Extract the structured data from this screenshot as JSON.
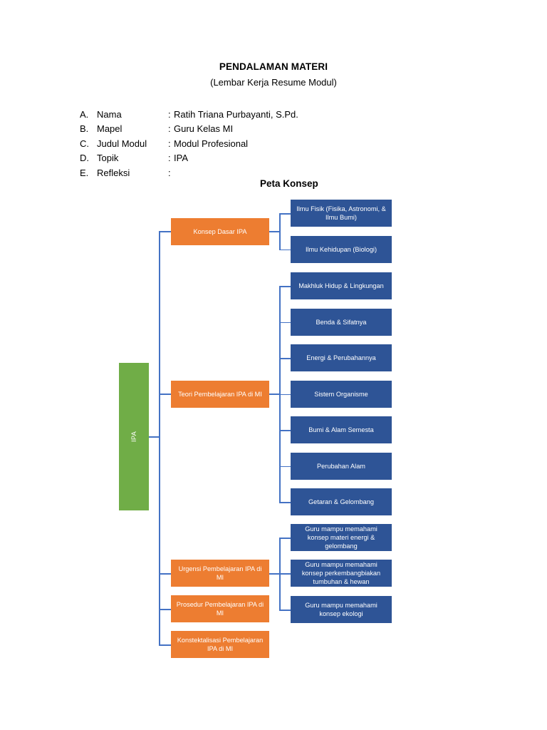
{
  "document": {
    "title": "PENDALAMAN MATERI",
    "subtitle": "(Lembar Kerja Resume Modul)"
  },
  "info": {
    "rows": [
      {
        "letter": "A.",
        "label": "Nama",
        "colon": ":",
        "value": "Ratih Triana Purbayanti, S.Pd."
      },
      {
        "letter": "B.",
        "label": "Mapel",
        "colon": ":",
        "value": "Guru Kelas MI"
      },
      {
        "letter": "C.",
        "label": "Judul Modul",
        "colon": ":",
        "value": "Modul Profesional"
      },
      {
        "letter": "D.",
        "label": "Topik",
        "colon": ":",
        "value": "IPA"
      },
      {
        "letter": "E.",
        "label": "Refleksi",
        "colon": ":",
        "value": ""
      }
    ]
  },
  "concept_map": {
    "heading": "Peta Konsep",
    "colors": {
      "root": "#70AD47",
      "branch": "#ED7D31",
      "leaf": "#2E5496",
      "connector": "#4472C4"
    },
    "root": {
      "label": "IPA"
    },
    "branches": [
      {
        "label": "Konsep Dasar IPA"
      },
      {
        "label": "Teori Pembelajaran IPA di MI"
      },
      {
        "label": "Urgensi Pembelajaran IPA di MI"
      },
      {
        "label": "Prosedur Pembelajaran IPA di MI"
      },
      {
        "label": "Konstektalisasi Pembelajaran IPA di MI"
      }
    ],
    "leaves_konsep_dasar": [
      {
        "label": "Ilmu Fisik (Fisika, Astronomi, & Ilmu Bumi)"
      },
      {
        "label": "Ilmu Kehidupan (Biologi)"
      }
    ],
    "leaves_teori": [
      {
        "label": "Makhluk Hidup & Lingkungan"
      },
      {
        "label": "Benda & Sifatnya"
      },
      {
        "label": "Energi & Perubahannya"
      },
      {
        "label": "Sistem Organisme"
      },
      {
        "label": "Bumi & Alam Semesta"
      },
      {
        "label": "Perubahan Alam"
      },
      {
        "label": "Getaran & Gelombang"
      }
    ],
    "leaves_urgensi": [
      {
        "label": "Guru mampu memahami konsep materi energi & gelombang"
      },
      {
        "label": "Guru mampu memahami konsep perkembangbiakan tumbuhan & hewan"
      },
      {
        "label": "Guru mampu memahami konsep ekologi"
      }
    ]
  }
}
